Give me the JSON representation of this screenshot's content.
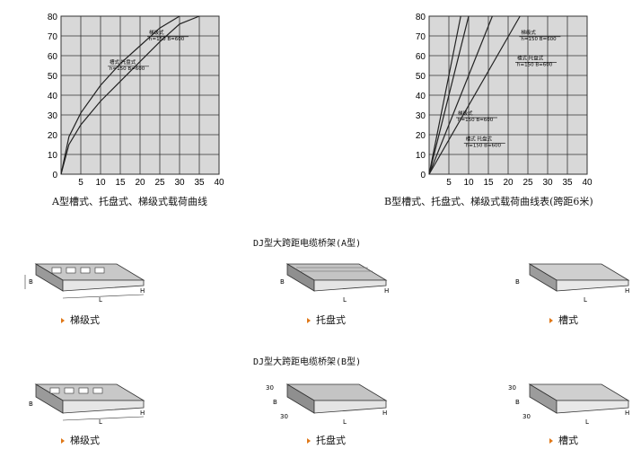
{
  "chart_data": [
    {
      "type": "line",
      "caption": "A型槽式、托盘式、梯级式载荷曲线",
      "x_ticks": [
        5,
        10,
        15,
        20,
        25,
        30,
        35,
        40
      ],
      "y_ticks": [
        0,
        10,
        20,
        30,
        40,
        50,
        60,
        70,
        80
      ],
      "xlim": [
        0,
        40
      ],
      "ylim": [
        0,
        80
      ],
      "grid": true,
      "series": [
        {
          "x": [
            0,
            2,
            5,
            10,
            15,
            20,
            25,
            30,
            35
          ],
          "y": [
            0,
            15,
            25,
            37,
            47,
            57,
            67,
            76,
            80
          ]
        },
        {
          "x": [
            0,
            2,
            5,
            10,
            15,
            20,
            25,
            30
          ],
          "y": [
            0,
            19,
            31,
            45,
            56,
            65,
            74,
            80
          ]
        }
      ],
      "annotations": [
        {
          "lines": [
            "梯级式",
            "h=150 B=600"
          ],
          "x": 25,
          "y": 66
        },
        {
          "lines": [
            "槽式 托盘式",
            "h=150 B=600"
          ],
          "x": 15,
          "y": 51
        }
      ]
    },
    {
      "type": "line",
      "caption": "B型槽式、托盘式、梯级式载荷曲线表(跨距6米)",
      "x_ticks": [
        5,
        10,
        15,
        20,
        25,
        30,
        35,
        40
      ],
      "y_ticks": [
        0,
        10,
        20,
        30,
        40,
        50,
        60,
        70,
        80
      ],
      "xlim": [
        0,
        40
      ],
      "ylim": [
        0,
        80
      ],
      "grid": true,
      "series": [
        {
          "x": [
            0,
            8
          ],
          "y": [
            0,
            80
          ]
        },
        {
          "x": [
            0,
            10
          ],
          "y": [
            0,
            80
          ]
        },
        {
          "x": [
            0,
            23
          ],
          "y": [
            0,
            80
          ]
        },
        {
          "x": [
            0,
            16
          ],
          "y": [
            0,
            80
          ]
        }
      ],
      "annotations": [
        {
          "lines": [
            "梯级式",
            "h=150 B=600"
          ],
          "x": 26,
          "y": 66
        },
        {
          "lines": [
            "槽式 托盘式",
            "h=150 B=600"
          ],
          "x": 25,
          "y": 53
        },
        {
          "lines": [
            "梯级式",
            "h=150 B=600"
          ],
          "x": 10,
          "y": 25
        },
        {
          "lines": [
            "槽式 托盘式",
            "h=150 B=600"
          ],
          "x": 12,
          "y": 12
        }
      ]
    }
  ],
  "sections": [
    {
      "title": "DJ型大跨距电缆桥架(A型)",
      "products": [
        {
          "label": "梯级式",
          "dims": [
            "B",
            "L",
            "H"
          ]
        },
        {
          "label": "托盘式",
          "dims": [
            "B",
            "L",
            "H"
          ]
        },
        {
          "label": "槽式",
          "dims": [
            "B",
            "L",
            "H"
          ]
        }
      ]
    },
    {
      "title": "DJ型大跨距电缆桥架(B型)",
      "products": [
        {
          "label": "梯级式",
          "dims": [
            "B",
            "L",
            "H"
          ]
        },
        {
          "label": "托盘式",
          "dims": [
            "30",
            "B",
            "30",
            "L",
            "H"
          ]
        },
        {
          "label": "槽式",
          "dims": [
            "30",
            "B",
            "30",
            "L",
            "H"
          ]
        }
      ]
    }
  ],
  "colors": {
    "grid_bg": "#d8d8d8",
    "line": "#222222",
    "bullet": "#e07818"
  }
}
